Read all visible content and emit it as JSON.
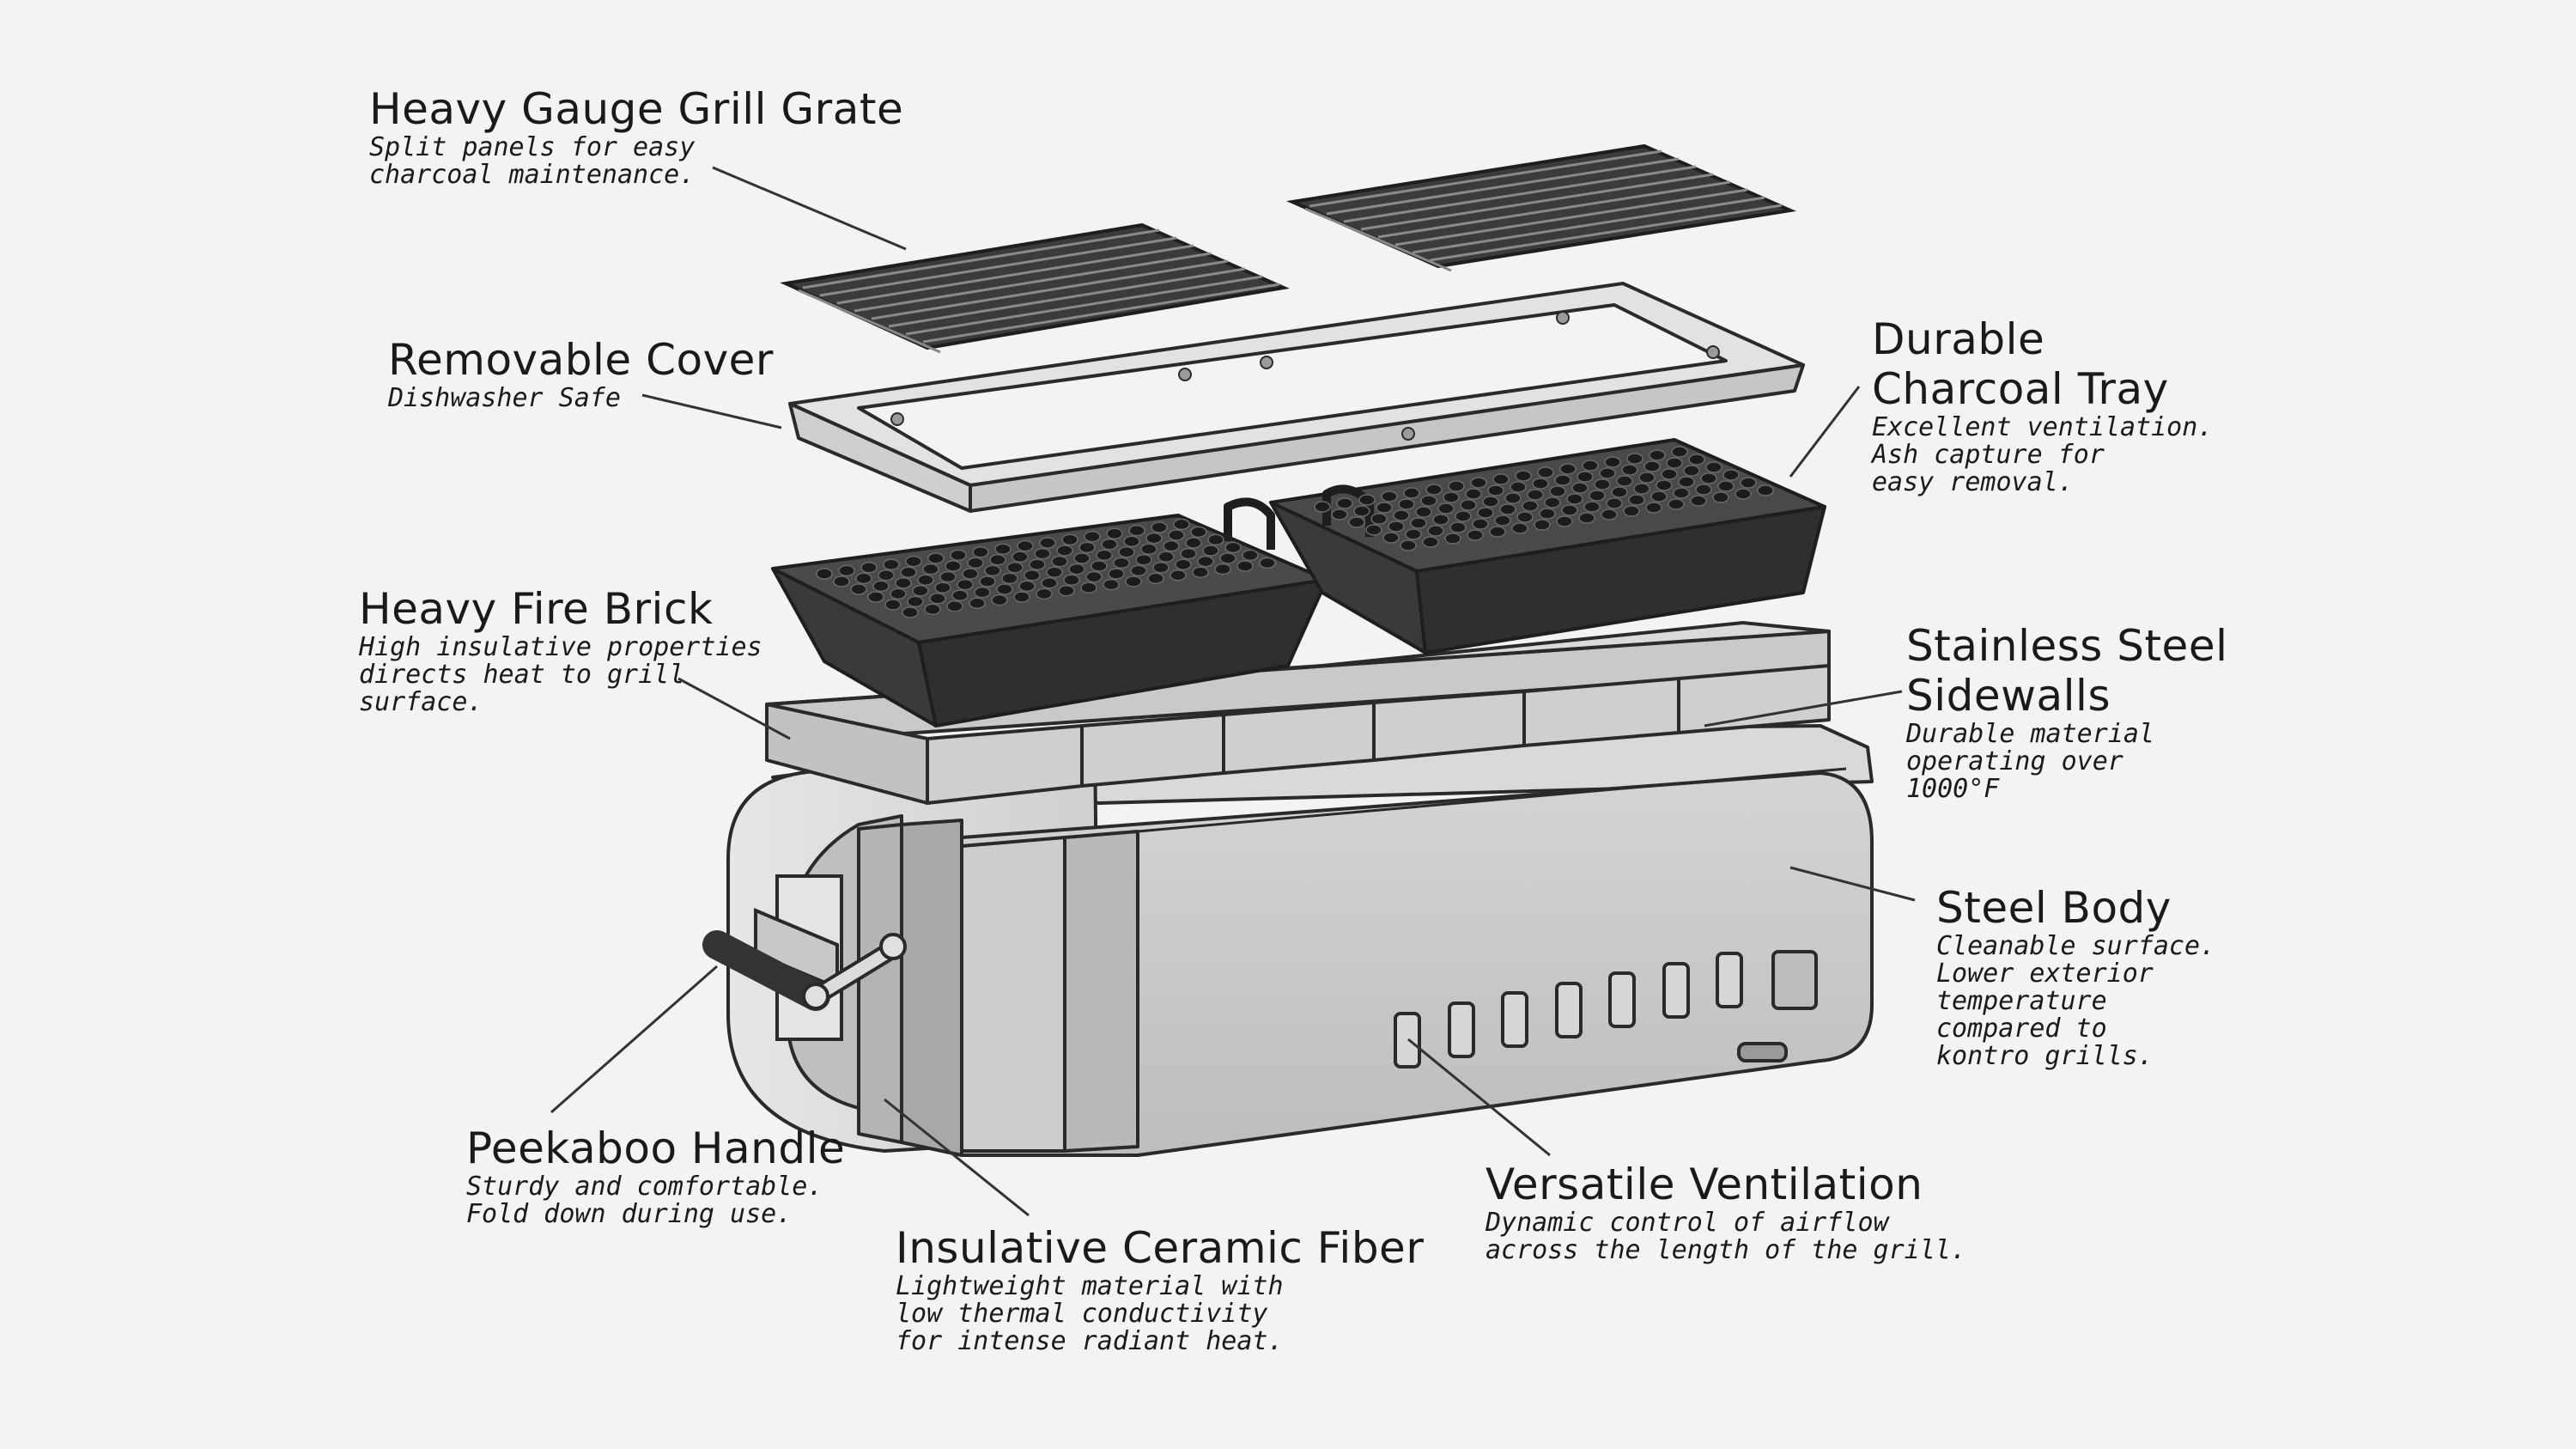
{
  "colors": {
    "background": "#f3f3f3",
    "line": "#2a2a2a",
    "grate": "#3b3b3b",
    "tray": "#363636",
    "brick": "#c9c9c9",
    "body": "#c7c7c7",
    "cover": "#d8d8d8"
  },
  "labels": {
    "grill_grate": {
      "title": "Heavy Gauge Grill Grate",
      "desc": "Split panels for easy\ncharcoal maintenance."
    },
    "cover": {
      "title": "Removable Cover",
      "desc": "Dishwasher Safe"
    },
    "charcoal_tray": {
      "title": "Durable\nCharcoal Tray",
      "desc": "Excellent ventilation.\nAsh capture for\neasy removal."
    },
    "fire_brick": {
      "title": "Heavy Fire Brick",
      "desc": "High insulative properties\ndirects heat to grill\nsurface."
    },
    "sidewalls": {
      "title": "Stainless Steel\nSidewalls",
      "desc": "Durable material\noperating over\n1000°F"
    },
    "steel_body": {
      "title": "Steel Body",
      "desc": "Cleanable surface.\nLower exterior\ntemperature\ncompared to\nkontro grills."
    },
    "handle": {
      "title": "Peekaboo Handle",
      "desc": "Sturdy and comfortable.\nFold down during use."
    },
    "ventilation": {
      "title": "Versatile Ventilation",
      "desc": "Dynamic control of airflow\nacross the length of the grill."
    },
    "ceramic_fiber": {
      "title": "Insulative Ceramic Fiber",
      "desc": "Lightweight material with\nlow thermal conductivity\nfor intense radiant heat."
    }
  }
}
